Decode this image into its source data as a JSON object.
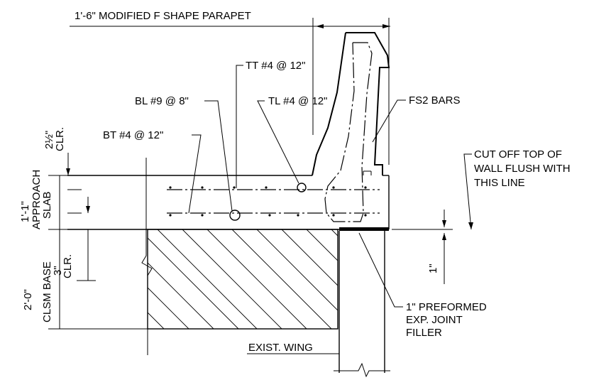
{
  "drawing": {
    "title": "1'-6\" MODIFIED F SHAPE PARAPET",
    "labels": {
      "tt": "TT #4 @ 12\"",
      "tl": "TL #4 @ 12\"",
      "bl": "BL #9 @ 8\"",
      "bt": "BT #4 @ 12\"",
      "fs2": "FS2 BARS",
      "cutoff_1": "CUT OFF TOP OF",
      "cutoff_2": "WALL FLUSH WITH",
      "cutoff_3": "THIS LINE",
      "clr_top_1": "2½\"",
      "clr_top_2": "CLR.",
      "slab_dim": "1'-1\"",
      "slab_1": "APPROACH",
      "slab_2": "SLAB",
      "clsm_dim": "2'-0\"",
      "clsm_1": "CLSM BASE",
      "clr_bot_1": "3\"",
      "clr_bot_2": "CLR.",
      "one_inch": "1\"",
      "filler_1": "1\" PREFORMED",
      "filler_2": "EXP. JOINT",
      "filler_3": "FILLER",
      "wing": "EXIST. WING"
    }
  }
}
